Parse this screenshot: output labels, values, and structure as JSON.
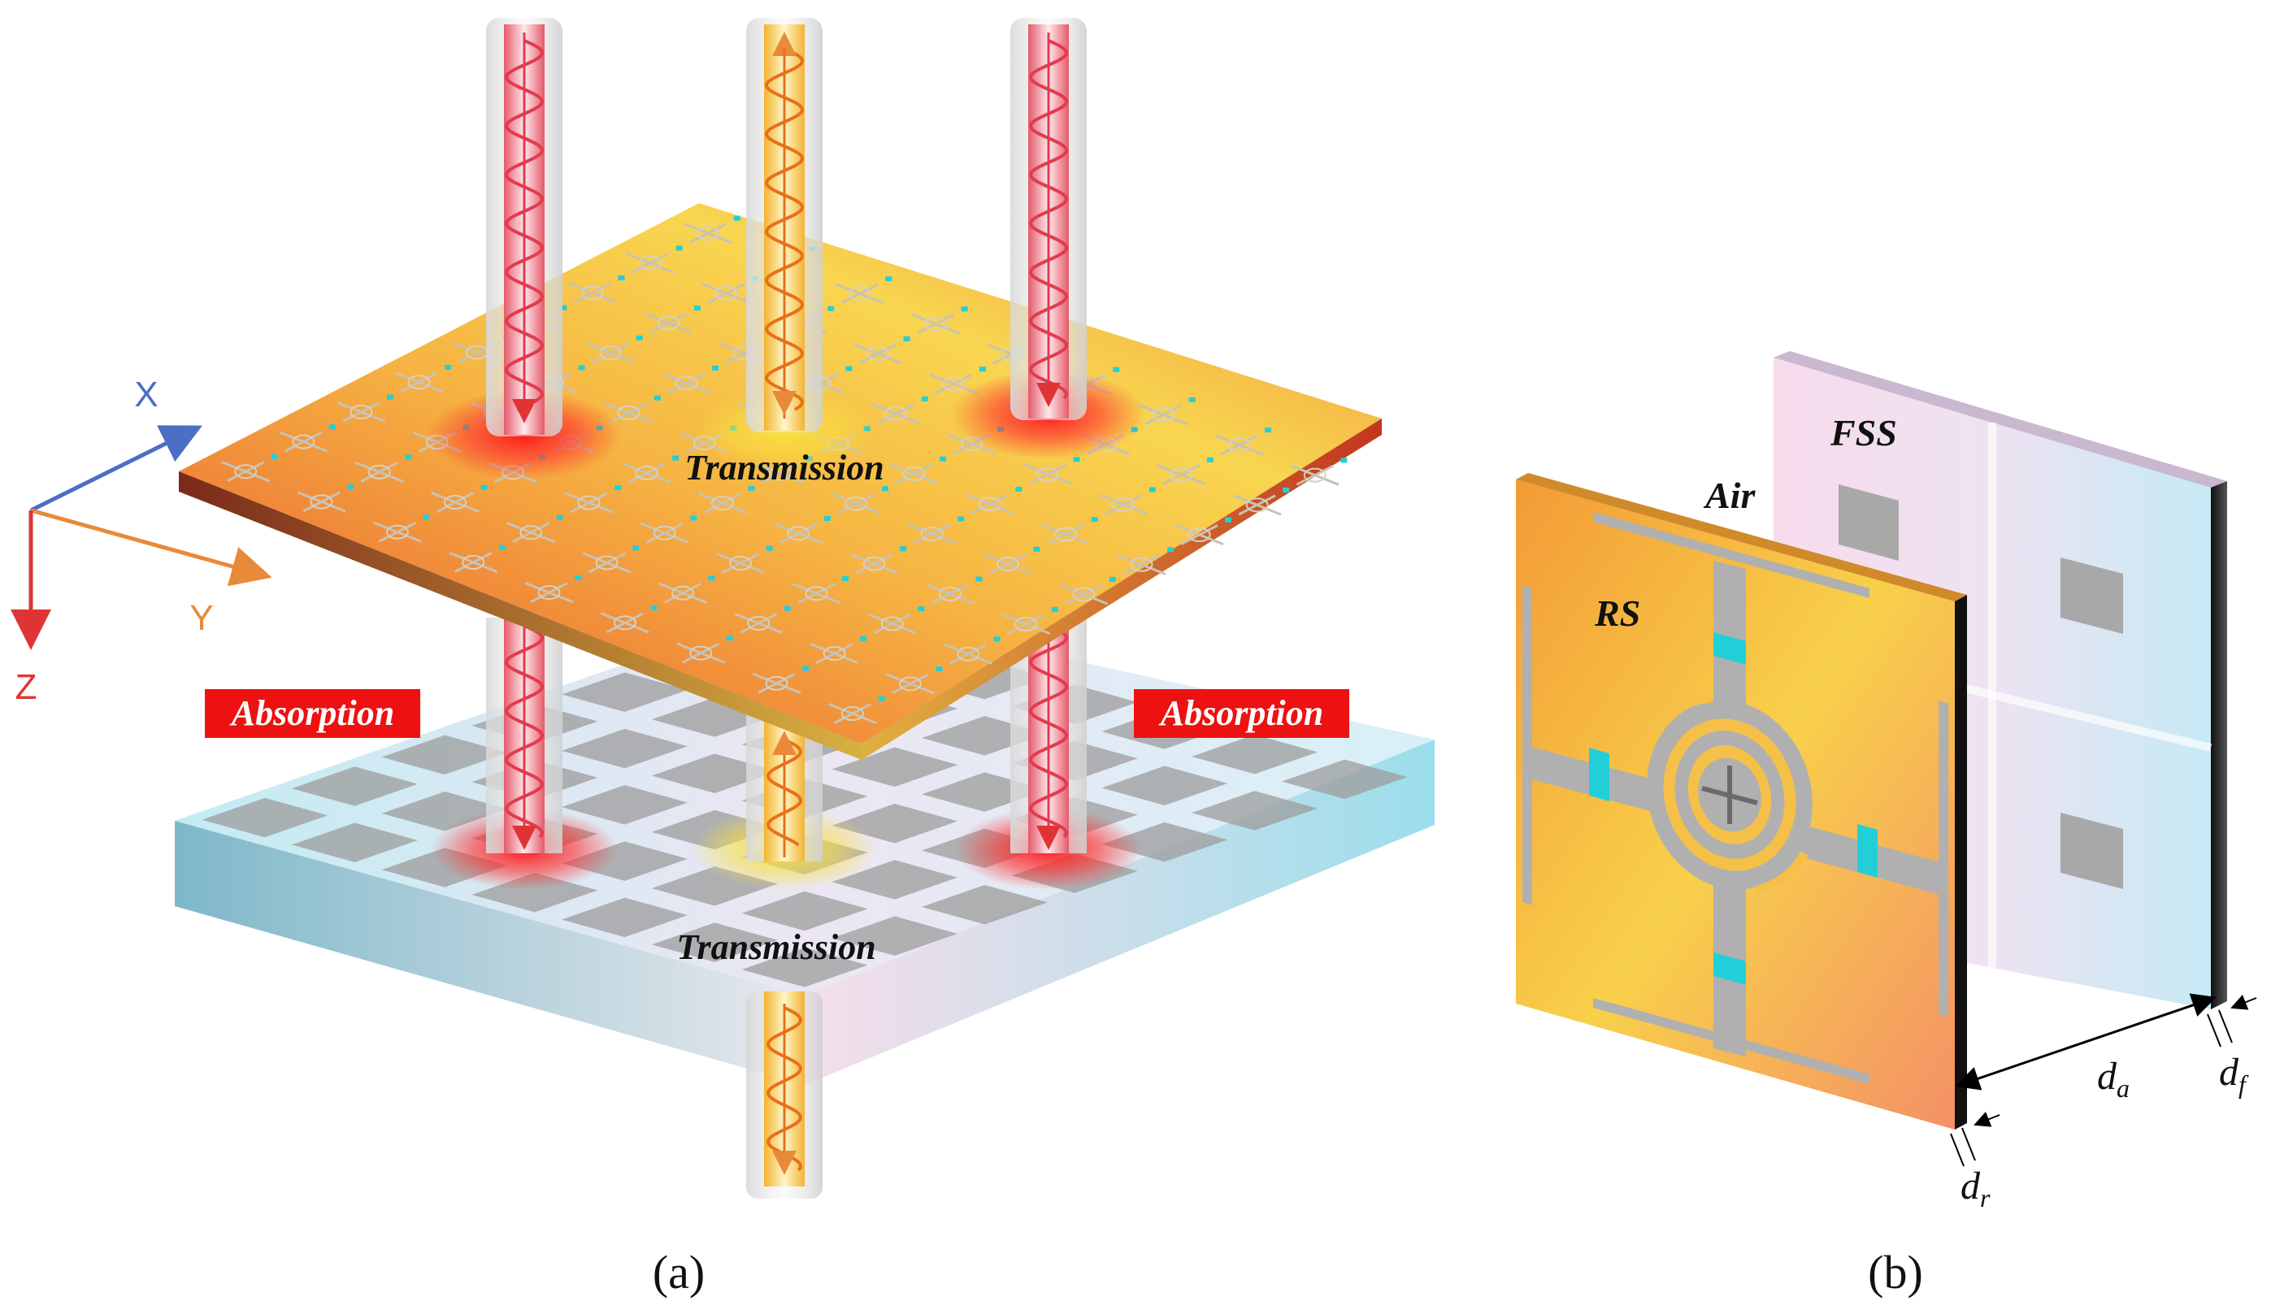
{
  "panel_a": {
    "axes": {
      "x": "X",
      "y": "Y",
      "z": "Z"
    },
    "label_transmission_top": "Transmission",
    "label_transmission_bottom": "Transmission",
    "label_absorption_left": "Absorption",
    "label_absorption_right": "Absorption",
    "caption": "(a)"
  },
  "panel_b": {
    "label_fss": "FSS",
    "label_air": "Air",
    "label_rs": "RS",
    "dim_dr": "d",
    "dim_dr_sub": "r",
    "dim_da": "d",
    "dim_da_sub": "a",
    "dim_df": "d",
    "dim_df_sub": "f",
    "caption": "(b)"
  },
  "colors": {
    "absorption_bg": "#ee1111",
    "wave_red": "#e23b4e",
    "wave_orange": "#e8701a",
    "axis_x": "#4a6fc4",
    "axis_y": "#e88a3a",
    "axis_z": "#e03434",
    "slot_gray": "#b0b0b0",
    "lumped_cyan": "#22cfd8"
  }
}
